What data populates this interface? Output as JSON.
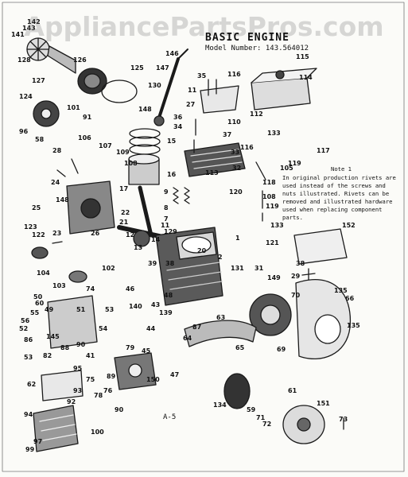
{
  "watermark": "AppliancePartsPros.com",
  "diagram": {
    "title": "BASIC ENGINE",
    "model_line": "Model Number: 143.564012",
    "note_heading": "Note 1",
    "note_text": "In original production rivets are used instead of the screws and nuts illustrated. Rivets can be removed and illustrated hardware used when replacing component parts.",
    "page_label": "A-5"
  },
  "part_labels": [
    {
      "id": "143",
      "text": "143"
    },
    {
      "id": "141",
      "text": "141"
    },
    {
      "id": "142",
      "text": "142"
    },
    {
      "id": "128",
      "text": "128"
    },
    {
      "id": "126",
      "text": "126"
    },
    {
      "id": "125",
      "text": "125"
    },
    {
      "id": "127",
      "text": "127"
    },
    {
      "id": "124",
      "text": "124"
    },
    {
      "id": "101",
      "text": "101"
    },
    {
      "id": "91",
      "text": "91"
    },
    {
      "id": "96",
      "text": "96"
    },
    {
      "id": "58",
      "text": "58"
    },
    {
      "id": "146",
      "text": "146"
    },
    {
      "id": "147",
      "text": "147"
    },
    {
      "id": "130",
      "text": "130"
    },
    {
      "id": "148",
      "text": "148"
    },
    {
      "id": "35",
      "text": "35"
    },
    {
      "id": "11",
      "text": "11"
    },
    {
      "id": "116a",
      "text": "116"
    },
    {
      "id": "115",
      "text": "115"
    },
    {
      "id": "114",
      "text": "114"
    },
    {
      "id": "27",
      "text": "27"
    },
    {
      "id": "36",
      "text": "36"
    },
    {
      "id": "34",
      "text": "34"
    },
    {
      "id": "112",
      "text": "112"
    },
    {
      "id": "110",
      "text": "110"
    },
    {
      "id": "37",
      "text": "37"
    },
    {
      "id": "133a",
      "text": "133"
    },
    {
      "id": "116b",
      "text": "116"
    },
    {
      "id": "117",
      "text": "117"
    },
    {
      "id": "28",
      "text": "28"
    },
    {
      "id": "106",
      "text": "106"
    },
    {
      "id": "107",
      "text": "107"
    },
    {
      "id": "15",
      "text": "15"
    },
    {
      "id": "109",
      "text": "109"
    },
    {
      "id": "108",
      "text": "108"
    },
    {
      "id": "33",
      "text": "33"
    },
    {
      "id": "32",
      "text": "32"
    },
    {
      "id": "113",
      "text": "113"
    },
    {
      "id": "105",
      "text": "105"
    },
    {
      "id": "119a",
      "text": "119"
    },
    {
      "id": "118",
      "text": "118"
    },
    {
      "id": "24",
      "text": "24"
    },
    {
      "id": "16",
      "text": "16"
    },
    {
      "id": "17",
      "text": "17"
    },
    {
      "id": "9",
      "text": "9"
    },
    {
      "id": "120",
      "text": "120"
    },
    {
      "id": "108b",
      "text": "108"
    },
    {
      "id": "25",
      "text": "25"
    },
    {
      "id": "148b",
      "text": "148"
    },
    {
      "id": "22",
      "text": "22"
    },
    {
      "id": "21",
      "text": "21"
    },
    {
      "id": "8",
      "text": "8"
    },
    {
      "id": "7",
      "text": "7"
    },
    {
      "id": "119b",
      "text": "119"
    },
    {
      "id": "23",
      "text": "23"
    },
    {
      "id": "12",
      "text": "12"
    },
    {
      "id": "11b",
      "text": "11"
    },
    {
      "id": "133b",
      "text": "133"
    },
    {
      "id": "123",
      "text": "123"
    },
    {
      "id": "122",
      "text": "122"
    },
    {
      "id": "26",
      "text": "26"
    },
    {
      "id": "14",
      "text": "14"
    },
    {
      "id": "129",
      "text": "129"
    },
    {
      "id": "1",
      "text": "1"
    },
    {
      "id": "121",
      "text": "121"
    },
    {
      "id": "152",
      "text": "152"
    },
    {
      "id": "20",
      "text": "20"
    },
    {
      "id": "13",
      "text": "13"
    },
    {
      "id": "2",
      "text": "2"
    },
    {
      "id": "131",
      "text": "131"
    },
    {
      "id": "104",
      "text": "104"
    },
    {
      "id": "103",
      "text": "103"
    },
    {
      "id": "102",
      "text": "102"
    },
    {
      "id": "39",
      "text": "39"
    },
    {
      "id": "38",
      "text": "38"
    },
    {
      "id": "31",
      "text": "31"
    },
    {
      "id": "38b",
      "text": "38"
    },
    {
      "id": "29",
      "text": "29"
    },
    {
      "id": "149",
      "text": "149"
    },
    {
      "id": "50",
      "text": "50"
    },
    {
      "id": "74",
      "text": "74"
    },
    {
      "id": "49",
      "text": "49"
    },
    {
      "id": "60",
      "text": "60"
    },
    {
      "id": "46",
      "text": "46"
    },
    {
      "id": "135a",
      "text": "135"
    },
    {
      "id": "70",
      "text": "70"
    },
    {
      "id": "66",
      "text": "66"
    },
    {
      "id": "55",
      "text": "55"
    },
    {
      "id": "56",
      "text": "56"
    },
    {
      "id": "53a",
      "text": "53"
    },
    {
      "id": "51",
      "text": "51"
    },
    {
      "id": "140",
      "text": "140"
    },
    {
      "id": "43",
      "text": "43"
    },
    {
      "id": "48",
      "text": "48"
    },
    {
      "id": "139",
      "text": "139"
    },
    {
      "id": "87",
      "text": "87"
    },
    {
      "id": "63",
      "text": "63"
    },
    {
      "id": "135b",
      "text": "135"
    },
    {
      "id": "52",
      "text": "52"
    },
    {
      "id": "54",
      "text": "54"
    },
    {
      "id": "145",
      "text": "145"
    },
    {
      "id": "44",
      "text": "44"
    },
    {
      "id": "64",
      "text": "64"
    },
    {
      "id": "65",
      "text": "65"
    },
    {
      "id": "86",
      "text": "86"
    },
    {
      "id": "90",
      "text": "90"
    },
    {
      "id": "88",
      "text": "88"
    },
    {
      "id": "79",
      "text": "79"
    },
    {
      "id": "82",
      "text": "82"
    },
    {
      "id": "53b",
      "text": "53"
    },
    {
      "id": "41",
      "text": "41"
    },
    {
      "id": "45",
      "text": "45"
    },
    {
      "id": "69",
      "text": "69"
    },
    {
      "id": "95",
      "text": "95"
    },
    {
      "id": "89",
      "text": "89"
    },
    {
      "id": "150",
      "text": "150"
    },
    {
      "id": "47",
      "text": "47"
    },
    {
      "id": "62",
      "text": "62"
    },
    {
      "id": "75",
      "text": "75"
    },
    {
      "id": "76",
      "text": "76"
    },
    {
      "id": "78",
      "text": "78"
    },
    {
      "id": "93",
      "text": "93"
    },
    {
      "id": "92",
      "text": "92"
    },
    {
      "id": "90b",
      "text": "90"
    },
    {
      "id": "134",
      "text": "134"
    },
    {
      "id": "59",
      "text": "59"
    },
    {
      "id": "71",
      "text": "71"
    },
    {
      "id": "72",
      "text": "72"
    },
    {
      "id": "61",
      "text": "61"
    },
    {
      "id": "151",
      "text": "151"
    },
    {
      "id": "94",
      "text": "94"
    },
    {
      "id": "100",
      "text": "100"
    },
    {
      "id": "97",
      "text": "97"
    },
    {
      "id": "99",
      "text": "99"
    },
    {
      "id": "73",
      "text": "73"
    }
  ]
}
